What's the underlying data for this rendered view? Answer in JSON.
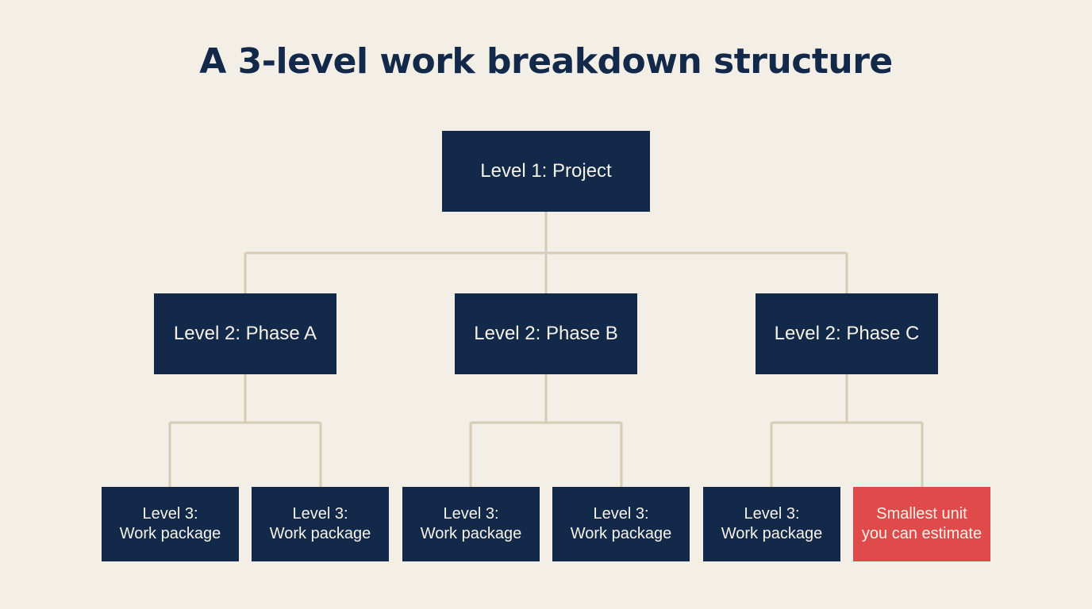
{
  "title": "A 3-level work breakdown structure",
  "colors": {
    "background": "#f3efe6",
    "node": "#13294a",
    "highlight": "#e04a4a",
    "connector": "#d6cbb5",
    "title": "#13294a"
  },
  "root": {
    "label": "Level 1: Project"
  },
  "phases": [
    {
      "label": "Level 2: Phase A",
      "children": [
        {
          "line1": "Level 3:",
          "line2": "Work package"
        },
        {
          "line1": "Level 3:",
          "line2": "Work package"
        }
      ]
    },
    {
      "label": "Level 2: Phase B",
      "children": [
        {
          "line1": "Level 3:",
          "line2": "Work package"
        },
        {
          "line1": "Level 3:",
          "line2": "Work package"
        }
      ]
    },
    {
      "label": "Level 2: Phase C",
      "children": [
        {
          "line1": "Level 3:",
          "line2": "Work package"
        },
        {
          "line1": "Smallest unit",
          "line2": "you can estimate",
          "highlight": true
        }
      ]
    }
  ]
}
